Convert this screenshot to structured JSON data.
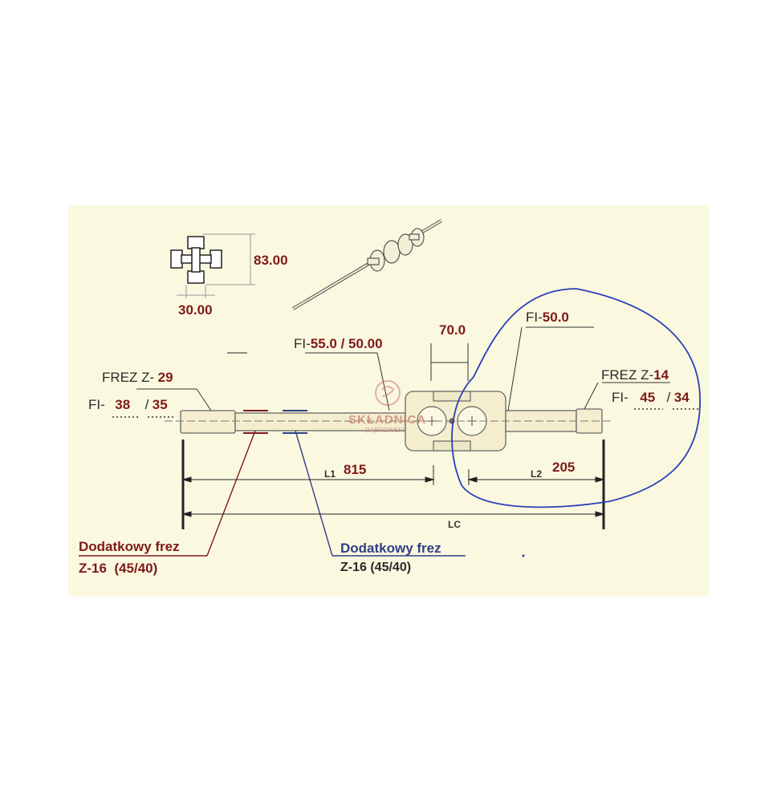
{
  "cross_dims": {
    "height": "83.00",
    "width": "30.00"
  },
  "yoke": {
    "fi_prefix": "FI-",
    "fi_value": "55.0 / 50.00",
    "width": "70.0"
  },
  "right_tube": {
    "fi_prefix": "FI-",
    "fi_value": "50.0"
  },
  "left_end": {
    "frez_prefix": "FREZ Z-",
    "frez_value": "29",
    "fi_prefix": "FI-",
    "fi_a": "38",
    "fi_b": "35"
  },
  "right_end": {
    "frez_prefix": "FREZ Z-",
    "frez_value": "14",
    "fi_prefix": "FI-",
    "fi_a": "45",
    "fi_b": "34"
  },
  "dimensions": {
    "l1_label": "L1",
    "l1_value": "815",
    "l2_label": "L2",
    "l2_value": "205",
    "lc_label": "LC"
  },
  "extra_cut_left": {
    "title": "Dodatkowy frez",
    "spec": "Z-16  (45/40)"
  },
  "extra_cut_right": {
    "title": "Dodatkowy frez",
    "spec": "Z-16 (45/40)"
  },
  "watermark": {
    "name": "SKŁADNICA",
    "sub": "DĄBROWSKI"
  },
  "colors": {
    "value_red": "#7d1a1a",
    "blue": "#2f3f86",
    "circle_blue": "#2a3fb8",
    "panel": "#fbf8e0"
  }
}
